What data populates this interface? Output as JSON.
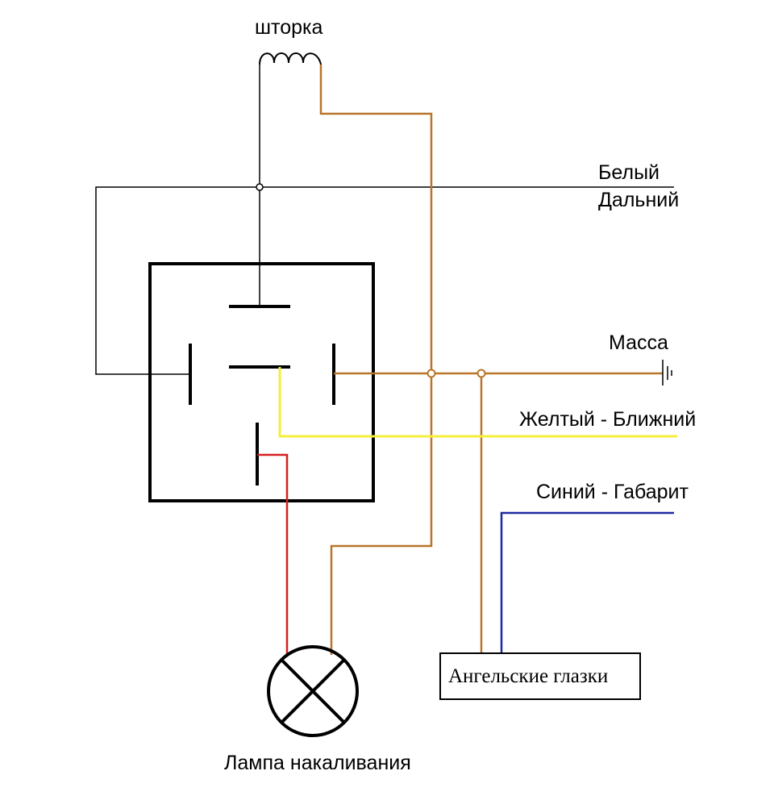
{
  "labels": {
    "shutter": "шторка",
    "white": "Белый",
    "high_beam": "Дальний",
    "ground": "Масса",
    "yellow_low": "Желтый - Ближний",
    "blue_parking": "Синий - Габарит",
    "angel_eyes": "Ангельские глазки",
    "lamp": "Лампа накаливания"
  },
  "wire_colors": {
    "brown": "#b8752a",
    "yellow": "#f5ee3a",
    "red": "#d42020",
    "blue": "#1f2a9e",
    "black": "#000000"
  }
}
